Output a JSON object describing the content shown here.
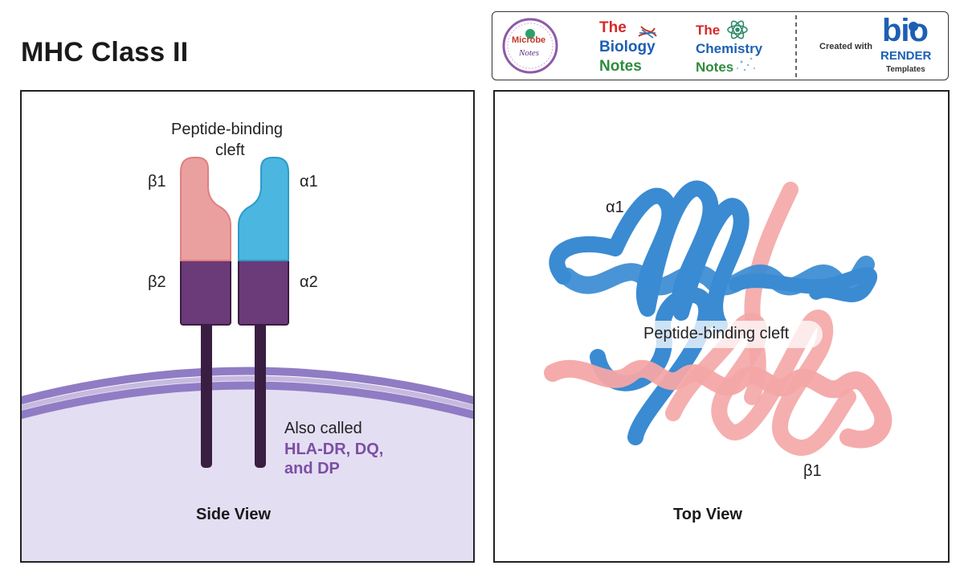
{
  "title": "MHC Class II",
  "logos": {
    "microbe": {
      "line1": "Microbe",
      "line2": "Notes"
    },
    "biology": {
      "the": "The",
      "biology": "Biology",
      "notes": "Notes"
    },
    "chemistry": {
      "the": "The",
      "chemistry": "Chemistry",
      "notes": "Notes"
    },
    "created_with": "Created with",
    "biorender": {
      "bio": "bio",
      "render": "RENDER",
      "templates": "Templates"
    }
  },
  "side_view": {
    "cleft_label_1": "Peptide-binding",
    "cleft_label_2": "cleft",
    "beta1": "β1",
    "alpha1": "α1",
    "beta2": "β2",
    "alpha2": "α2",
    "also_called": "Also called",
    "names_1": "HLA-DR, DQ,",
    "names_2": "and DP",
    "caption": "Side View"
  },
  "top_view": {
    "alpha1": "α1",
    "beta1": "β1",
    "cleft_label": "Peptide-binding cleft",
    "caption": "Top View"
  },
  "colors": {
    "alpha_domain": "#4bb6e0",
    "beta_domain": "#eba0a0",
    "constant_domain": "#6b3a78",
    "membrane": "#8f7cc4",
    "cytoplasm": "#e4def3",
    "alpha_ribbon": "#3a8bd2",
    "beta_ribbon": "#f4a6a6",
    "highlight_text": "#7b4fa3"
  }
}
